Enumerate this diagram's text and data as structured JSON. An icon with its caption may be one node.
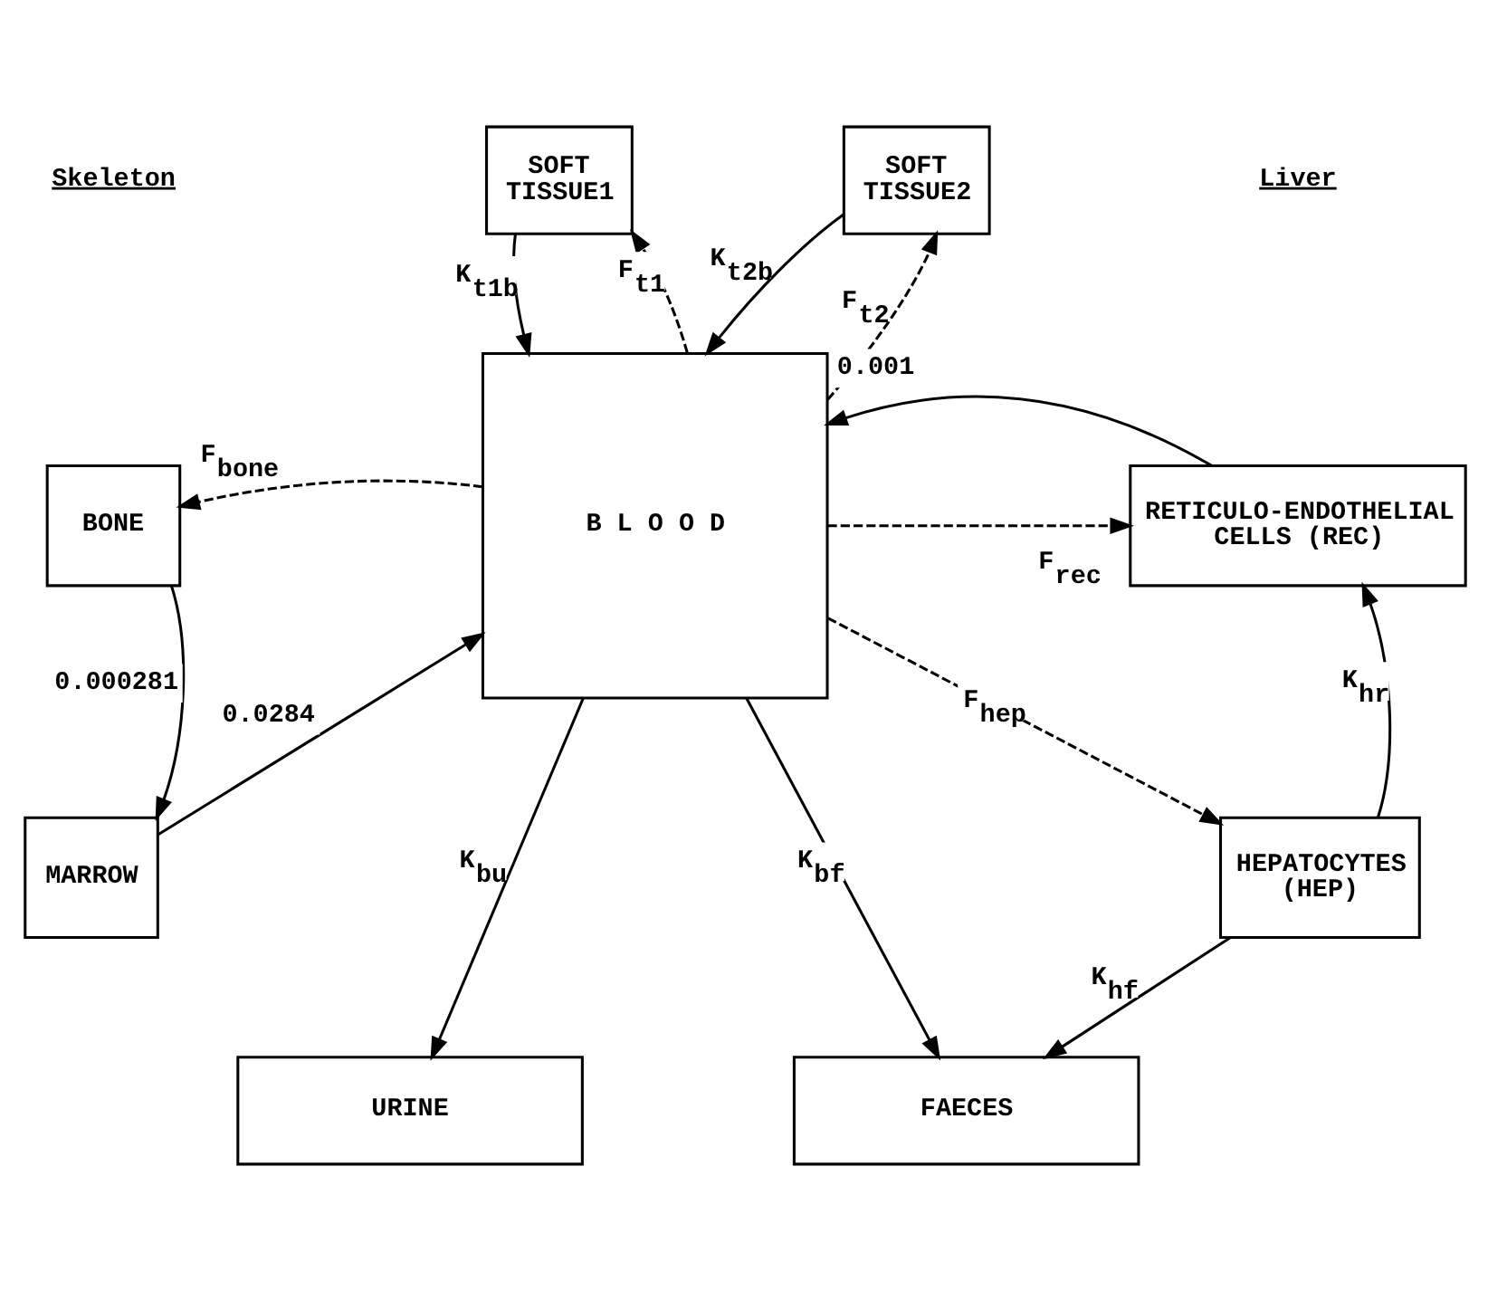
{
  "diagram": {
    "nodes": [
      {
        "text": [
          "SOFT TISSUE1"
        ]
      },
      {
        "text": [
          "SOFT TISSUE2"
        ]
      },
      {
        "text": [
          "BONE"
        ]
      },
      {
        "text": [
          "B L O O D"
        ]
      },
      {
        "text": [
          "RETICULO-ENDOTHELIAL CELLS (REC)"
        ]
      },
      {
        "text": [
          "MARROW"
        ]
      },
      {
        "text": [
          "HEPATOCYTES (HEP)"
        ]
      },
      {
        "text": [
          "URINE"
        ]
      },
      {
        "text": [
          "FAECES"
        ]
      }
    ],
    "edges": [
      {
        "from": 3,
        "to": 0,
        "arrow": "to",
        "style": "dashed",
        "label": "F$_{t1}$"
      },
      {
        "from": 0,
        "to": 3,
        "arrow": "to",
        "label": "K$_{t1b}$"
      },
      {
        "from": 3,
        "to": 1,
        "arrow": "to",
        "style": "dashed",
        "label": "F$_{t2}$"
      },
      {
        "from": 1,
        "to": 3,
        "arrow": "to",
        "label": "K$_{t2b}$"
      },
      {
        "from": 3,
        "to": 2,
        "arrow": "to",
        "style": "dashed",
        "label": "F$_{bone}$"
      },
      {
        "from": 3,
        "to": 4,
        "arrow": "to",
        "style": "dashed",
        "label": "F$_{rec}$"
      },
      {
        "from": 4,
        "to": 3,
        "arrow": "to",
        "label": "0.001"
      },
      {
        "from": 2,
        "to": 5,
        "arrow": "to",
        "label": "0.000281"
      },
      {
        "from": 5,
        "to": 3,
        "arrow": "to",
        "label": "0.0284"
      },
      {
        "from": 6,
        "to": 4,
        "arrow": "to",
        "label": "K$_{hr}$"
      },
      {
        "from": 3,
        "to": 6,
        "arrow": "to",
        "style": "dashed",
        "label": "F$_{hep}$"
      },
      {
        "from": 3,
        "to": 7,
        "arrow": "to",
        "label": "K$_{bu}$"
      },
      {
        "from": 3,
        "to": 8,
        "arrow": "to",
        "label": "K$_{bf}$"
      },
      {
        "from": 6,
        "to": 8,
        "arrow": "to",
        "label": "K$_{hf}$"
      }
    ],
    "labels": [
      "Skeleton",
      "Liver"
    ]
  }
}
